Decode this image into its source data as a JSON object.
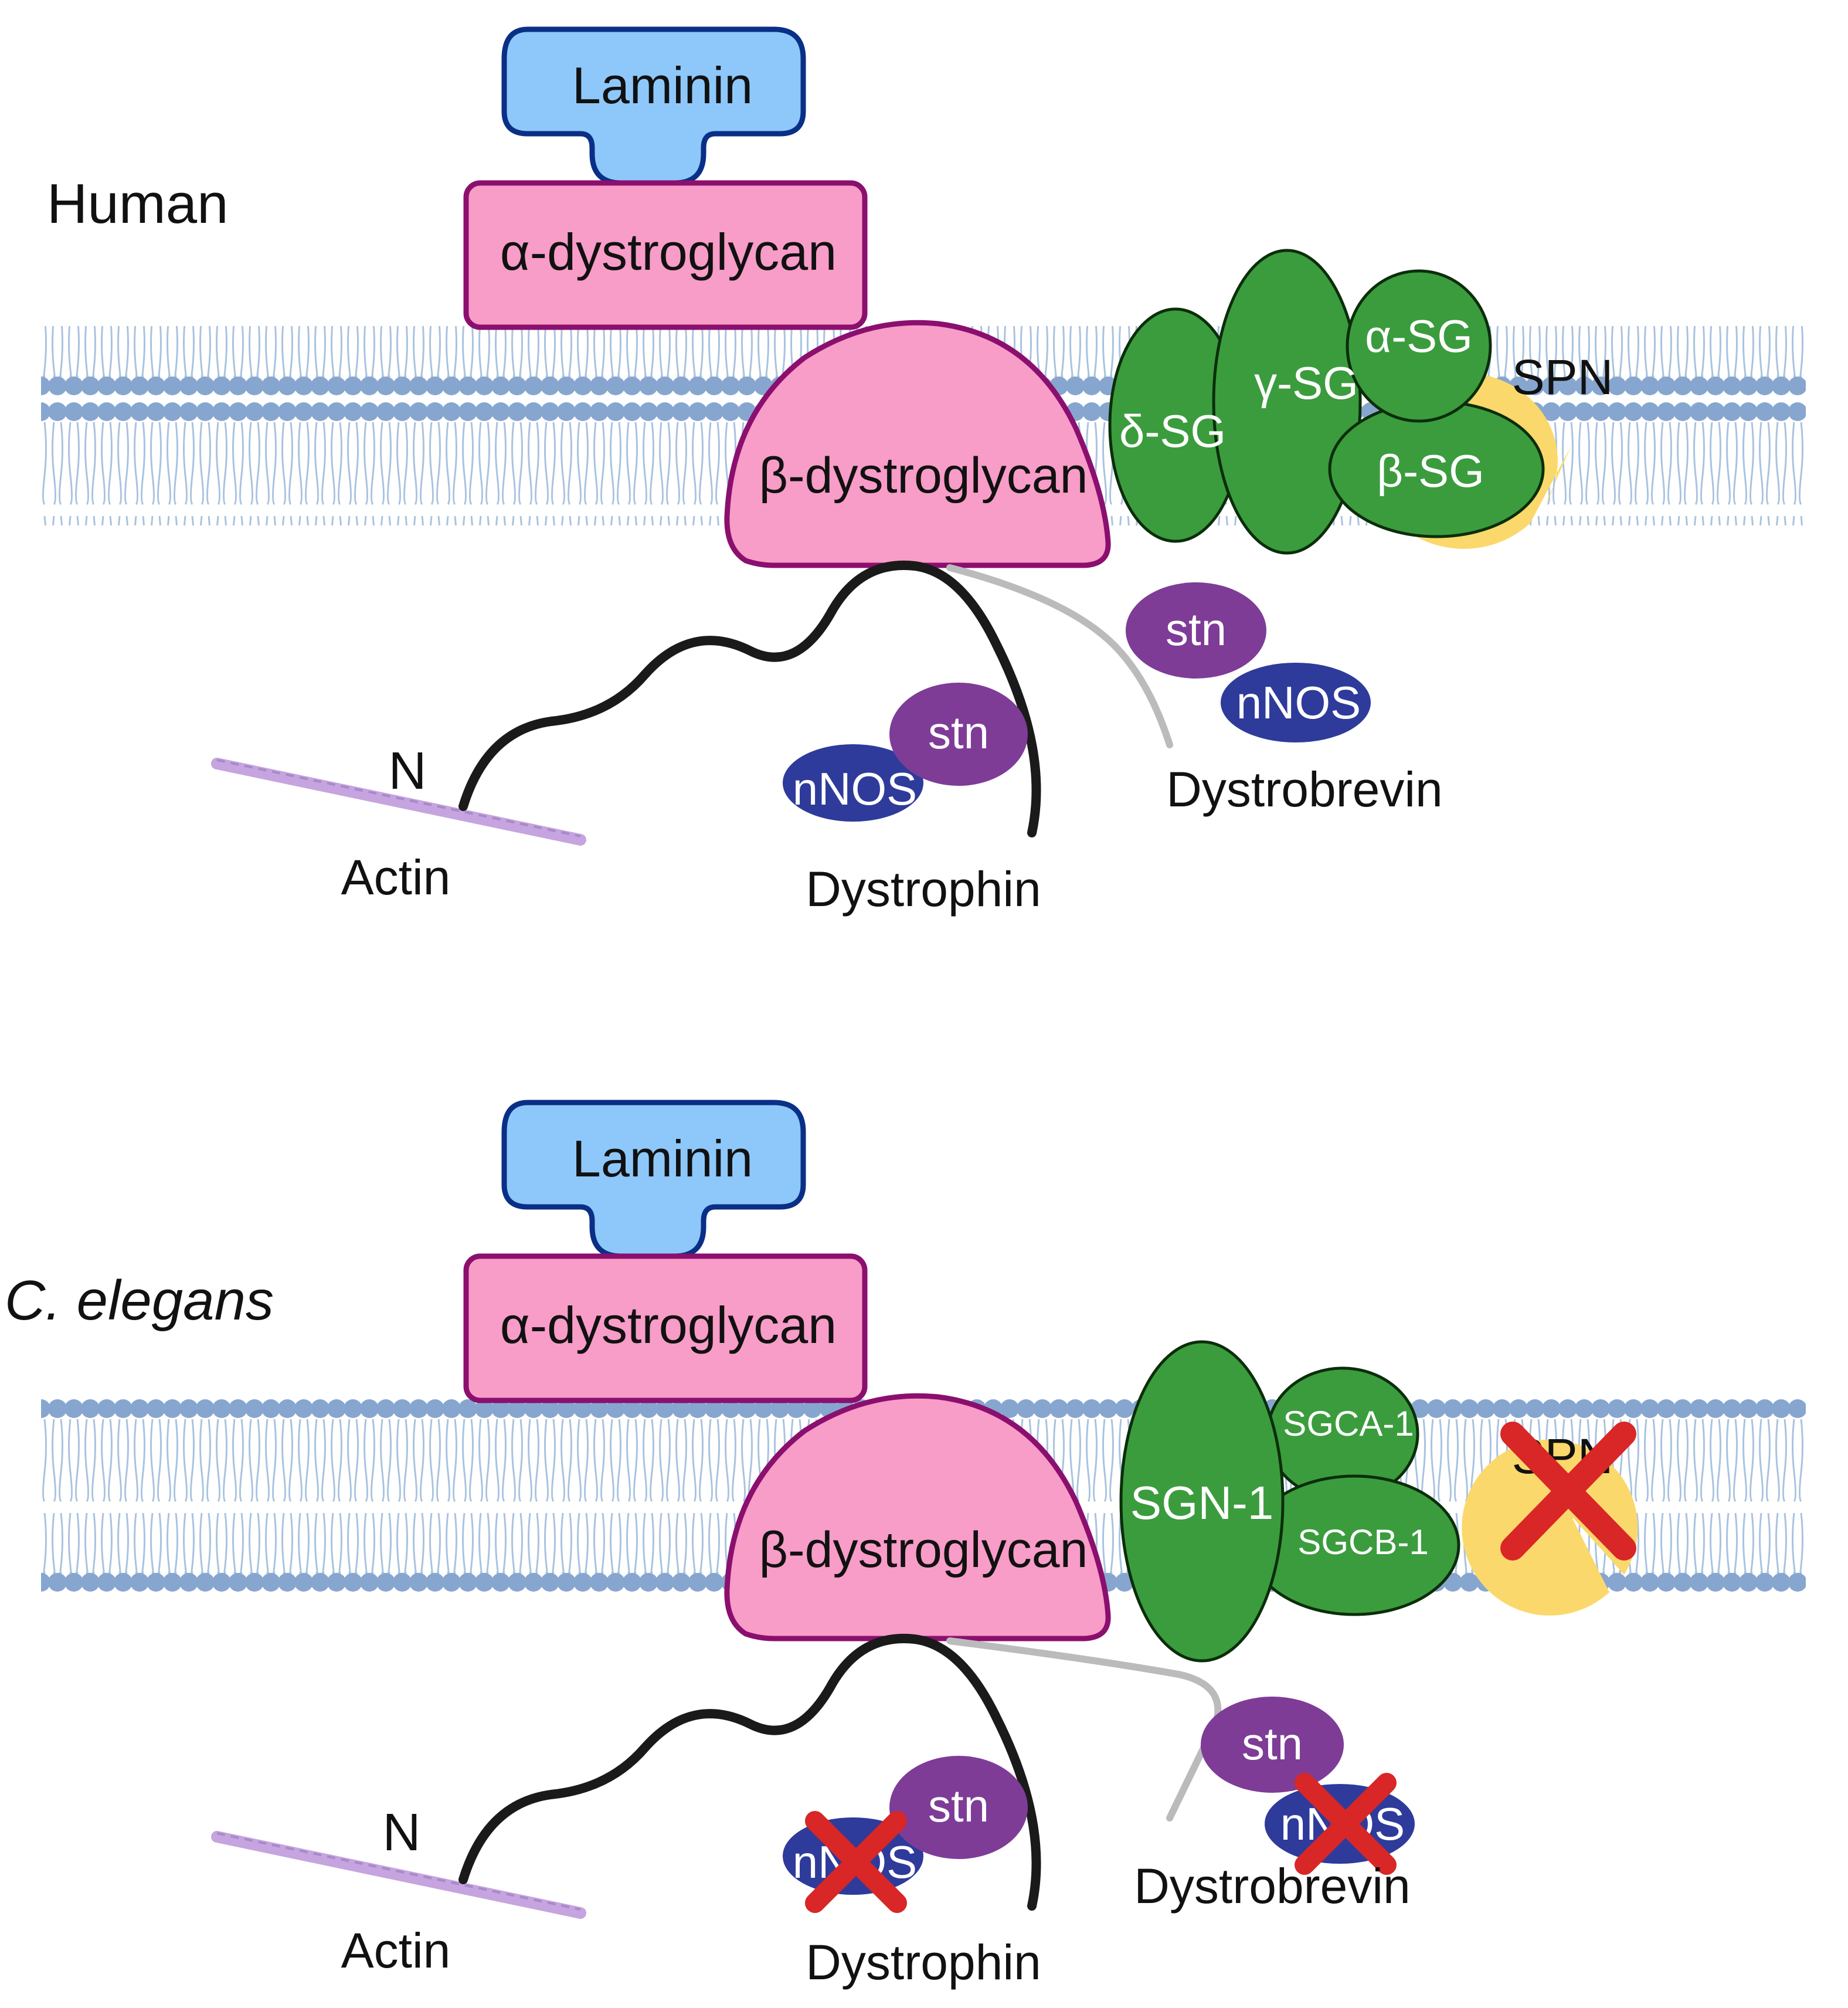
{
  "colors": {
    "laminin_fill": "#8ec8fb",
    "laminin_stroke": "#0a2f86",
    "dystroglycan_fill": "#f89cc8",
    "dystroglycan_stroke": "#8b0f6e",
    "sarcoglycan_fill": "#3b9c3d",
    "sarcoglycan_stroke": "#0b2e0b",
    "spn_fill": "#fbd86b",
    "stn_fill": "#7e3c97",
    "nnos_fill": "#2e3b9b",
    "membrane_head": "#87a6cf",
    "membrane_tail": "#a9c3e0",
    "actin": "#c5a4df",
    "dystrophin": "#1a1a1a",
    "dystrobrevin": "#bbbbbb",
    "cross": "#d92626"
  },
  "panels": [
    {
      "species": "Human",
      "laminin": "Laminin",
      "alpha_dg": "α-dystroglycan",
      "beta_dg": "β-dystroglycan",
      "sarcoglycans": [
        "δ-SG",
        "γ-SG",
        "α-SG",
        "β-SG"
      ],
      "spn": "SPN",
      "stn_dystrophin": "stn",
      "nnos_dystrophin": "nNOS",
      "stn_dystrobrevin": "stn",
      "nnos_dystrobrevin": "nNOS",
      "n_terminus": "N",
      "actin": "Actin",
      "dystrophin": "Dystrophin",
      "dystrobrevin": "Dystrobrevin"
    },
    {
      "species": "C. elegans",
      "laminin": "Laminin",
      "alpha_dg": "α-dystroglycan",
      "beta_dg": "β-dystroglycan",
      "sarcoglycans": [
        "SGN-1",
        "SGCA-1",
        "SGCB-1"
      ],
      "spn": "SPN",
      "stn_dystrophin": "stn",
      "nnos_dystrophin": "nNOS",
      "stn_dystrobrevin": "stn",
      "nnos_dystrobrevin": "nNOS",
      "n_terminus": "N",
      "actin": "Actin",
      "dystrophin": "Dystrophin",
      "dystrobrevin": "Dystrobrevin"
    }
  ]
}
